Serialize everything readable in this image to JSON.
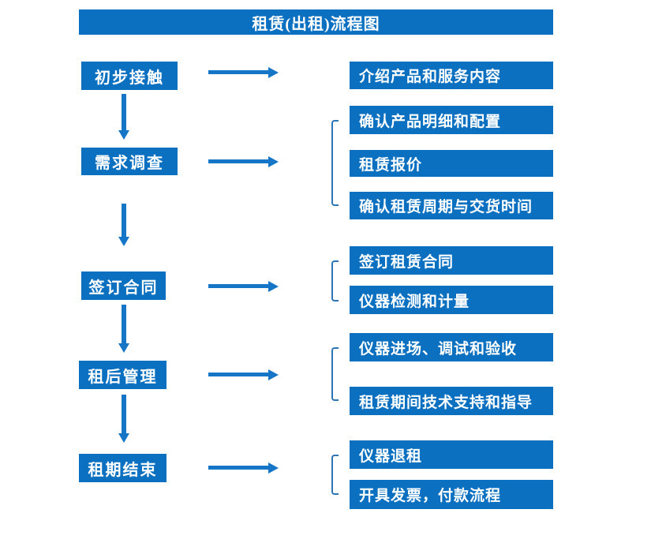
{
  "title": "租赁(出租)流程图",
  "colors": {
    "box_blue": "#0c70c1",
    "arrow_blue": "#1576c8",
    "bracket_blue": "#2e75b6",
    "text_white": "#ffffff"
  },
  "stages": [
    {
      "label": "初步接触",
      "details": [
        "介绍产品和服务内容"
      ]
    },
    {
      "label": "需求调查",
      "details": [
        "确认产品明细和配置",
        "租赁报价",
        "确认租赁周期与交货时间"
      ]
    },
    {
      "label": "签订合同",
      "details": [
        "签订租赁合同",
        "仪器检测和计量"
      ]
    },
    {
      "label": "租后管理",
      "details": [
        "仪器进场、调试和验收",
        "租赁期间技术支持和指导"
      ]
    },
    {
      "label": "租期结束",
      "details": [
        "仪器退租",
        "开具发票，付款流程"
      ]
    }
  ]
}
